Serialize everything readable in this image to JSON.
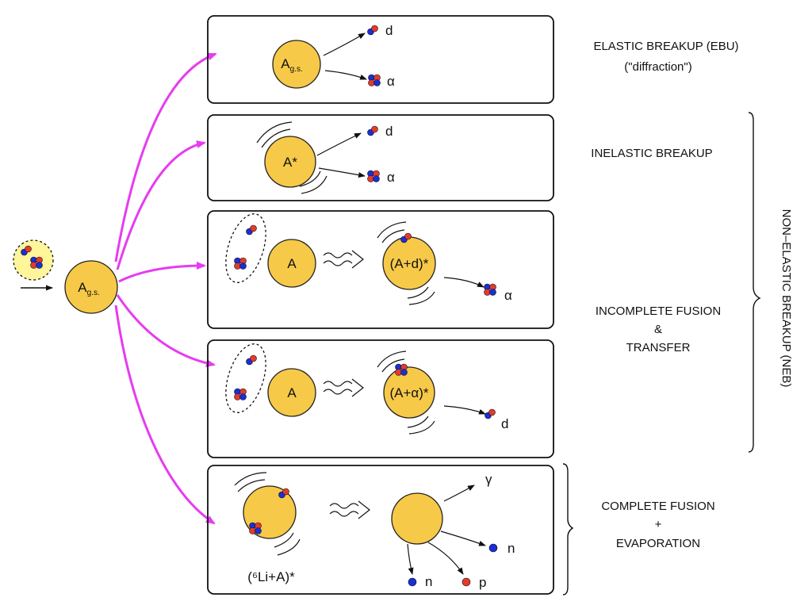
{
  "projectile": {
    "arrow": "→"
  },
  "target": {
    "label": "A",
    "sub": "g.s."
  },
  "panels": {
    "ebu": {
      "nucleus": "A",
      "nucleus_sub": "g.s.",
      "frag1": "d",
      "frag2": "α",
      "title_line1": "ELASTIC BREAKUP (EBU)",
      "title_line2": "(\"diffraction\")"
    },
    "inelastic": {
      "nucleus": "A*",
      "frag1": "d",
      "frag2": "α",
      "title": "INELASTIC BREAKUP"
    },
    "icf_d": {
      "target": "A",
      "compound": "(A+d)*",
      "ejectile": "α"
    },
    "icf_alpha": {
      "target": "A",
      "compound": "(A+α)*",
      "ejectile": "d"
    },
    "icf_title_line1": "INCOMPLETE FUSION",
    "icf_title_line2": "&",
    "icf_title_line3": "TRANSFER",
    "cf": {
      "compound_label": "(⁶Li+A)*",
      "gamma": "γ",
      "n1": "n",
      "n2": "n",
      "p": "p",
      "title_line1": "COMPLETE FUSION",
      "title_line2": "+",
      "title_line3": "EVAPORATION"
    }
  },
  "brace_label": "NON–ELASTIC BREAKUP (NEB)",
  "colors": {
    "nucleus_fill": "#f7c948",
    "nucleus_stroke": "#222222",
    "proton": "#e23b2e",
    "neutron": "#1a2fd6",
    "magenta_arrow": "#e63cf0",
    "halo": "#fff59a"
  }
}
